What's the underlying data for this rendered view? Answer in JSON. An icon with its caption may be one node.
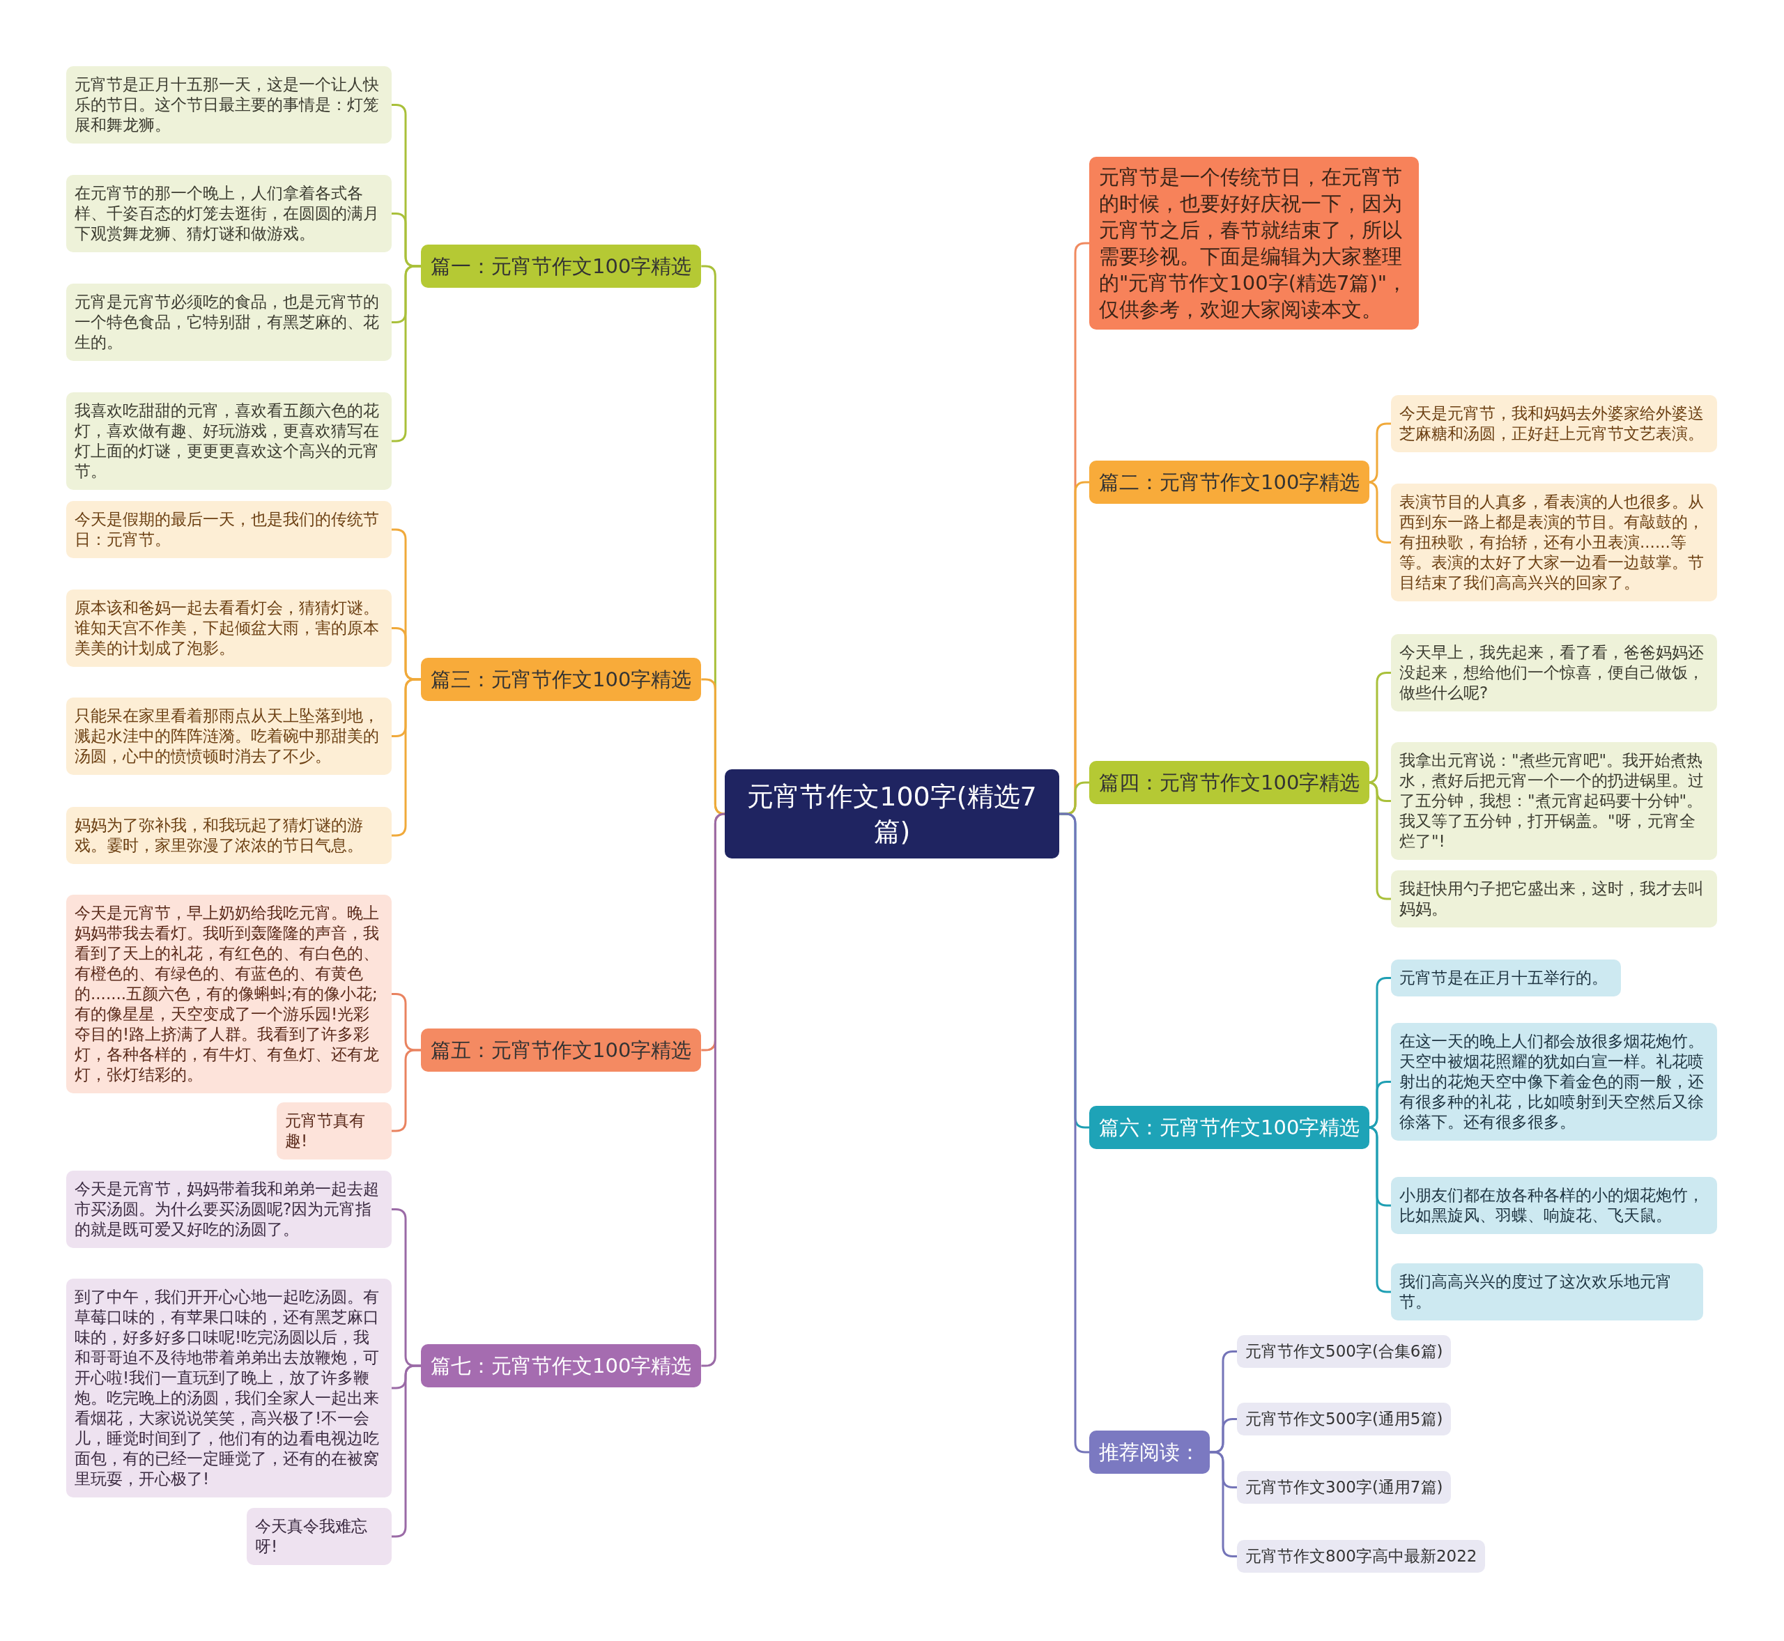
{
  "diagram": {
    "nodes": [
      {
        "text": [
          "元宵节作文100字(精选7篇)"
        ]
      },
      {
        "text": [
          "篇一：元宵节作文100字精选"
        ]
      },
      {
        "text": [
          "元宵节是正月十五那一天，这是一个让人快乐的节日。这个节日最主要的事情是：灯笼展和舞龙狮。"
        ]
      },
      {
        "text": [
          "在元宵节的那一个晚上，人们拿着各式各样、千姿百态的灯笼去逛街，在圆圆的满月下观赏舞龙狮、猜灯谜和做游戏。"
        ]
      },
      {
        "text": [
          "元宵是元宵节必须吃的食品，也是元宵节的一个特色食品，它特别甜，有黑芝麻的、花生的。"
        ]
      },
      {
        "text": [
          "我喜欢吃甜甜的元宵，喜欢看五颜六色的花灯，喜欢做有趣、好玩游戏，更喜欢猜写在灯上面的灯谜，更更更喜欢这个高兴的元宵节。"
        ]
      },
      {
        "text": [
          "篇三：元宵节作文100字精选"
        ]
      },
      {
        "text": [
          "今天是假期的最后一天，也是我们的传统节日：元宵节。"
        ]
      },
      {
        "text": [
          "原本该和爸妈一起去看看灯会，猜猜灯谜。谁知天宫不作美，下起倾盆大雨，害的原本美美的计划成了泡影。"
        ]
      },
      {
        "text": [
          "只能呆在家里看着那雨点从天上坠落到地，溅起水洼中的阵阵涟漪。吃着碗中那甜美的汤圆，心中的愤愤顿时消去了不少。"
        ]
      },
      {
        "text": [
          "妈妈为了弥补我，和我玩起了猜灯谜的游戏。霎时，家里弥漫了浓浓的节日气息。"
        ]
      },
      {
        "text": [
          "篇五：元宵节作文100字精选"
        ]
      },
      {
        "text": [
          "今天是元宵节，早上奶奶给我吃元宵。晚上妈妈带我去看灯。我听到轰隆隆的声音，我看到了天上的礼花，有红色的、有白色的、有橙色的、有绿色的、有蓝色的、有黄色的.......五颜六色，有的像蝌蚪;有的像小花;有的像星星，天空变成了一个游乐园!光彩夺目的!路上挤满了人群。我看到了许多彩灯，各种各样的，有牛灯、有鱼灯、还有龙灯，张灯结彩的。"
        ]
      },
      {
        "text": [
          "元宵节真有趣!"
        ]
      },
      {
        "text": [
          "篇七：元宵节作文100字精选"
        ]
      },
      {
        "text": [
          "今天是元宵节，妈妈带着我和弟弟一起去超市买汤圆。为什么要买汤圆呢?因为元宵指的就是既可爱又好吃的汤圆了。"
        ]
      },
      {
        "text": [
          "到了中午，我们开开心心地一起吃汤圆。有草莓口味的，有苹果口味的，还有黑芝麻口味的，好多好多口味呢!吃完汤圆以后，我和哥哥迫不及待地带着弟弟出去放鞭炮，可开心啦!我们一直玩到了晚上，放了许多鞭炮。吃完晚上的汤圆，我们全家人一起出来看烟花，大家说说笑笑，高兴极了!不一会儿，睡觉时间到了，他们有的边看电视边吃面包，有的已经一定睡觉了，还有的在被窝里玩耍，开心极了!"
        ]
      },
      {
        "text": [
          "今天真令我难忘呀!"
        ]
      },
      {
        "text": [
          "元宵节是一个传统节日，在元宵节的时候，也要好好庆祝一下，因为元宵节之后，春节就结束了，所以需要珍视。下面是编辑为大家整理的\"元宵节作文100字(精选7篇)\"，仅供参考，欢迎大家阅读本文。"
        ]
      },
      {
        "text": [
          "篇二：元宵节作文100字精选"
        ]
      },
      {
        "text": [
          "今天是元宵节，我和妈妈去外婆家给外婆送芝麻糖和汤圆，正好赶上元宵节文艺表演。"
        ]
      },
      {
        "text": [
          "表演节目的人真多，看表演的人也很多。从西到东一路上都是表演的节目。有敲鼓的，有扭秧歌，有抬轿，还有小丑表演......等等。表演的太好了大家一边看一边鼓掌。节目结束了我们高高兴兴的回家了。"
        ]
      },
      {
        "text": [
          "篇四：元宵节作文100字精选"
        ]
      },
      {
        "text": [
          "今天早上，我先起来，看了看，爸爸妈妈还没起来，想给他们一个惊喜，便自己做饭，做些什么呢?"
        ]
      },
      {
        "text": [
          "我拿出元宵说：\"煮些元宵吧\"。我开始煮热水，煮好后把元宵一个一个的扔进锅里。过了五分钟，我想：\"煮元宵起码要十分钟\"。我又等了五分钟，打开锅盖。\"呀，元宵全烂了\"!"
        ]
      },
      {
        "text": [
          "我赶快用勺子把它盛出来，这时，我才去叫妈妈。"
        ]
      },
      {
        "text": [
          "篇六：元宵节作文100字精选"
        ]
      },
      {
        "text": [
          "元宵节是在正月十五举行的。"
        ]
      },
      {
        "text": [
          "在这一天的晚上人们都会放很多烟花炮竹。天空中被烟花照耀的犹如白宣一样。礼花喷射出的花炮天空中像下着金色的雨一般，还有很多种的礼花，比如喷射到天空然后又徐徐落下。还有很多很多。"
        ]
      },
      {
        "text": [
          "小朋友们都在放各种各样的小的烟花炮竹，比如黑旋风、羽蝶、响旋花、飞天鼠。"
        ]
      },
      {
        "text": [
          "我们高高兴兴的度过了这次欢乐地元宵节。"
        ]
      },
      {
        "text": [
          "推荐阅读："
        ]
      },
      {
        "text": [
          "元宵节作文500字(合集6篇)"
        ]
      },
      {
        "text": [
          "元宵节作文500字(通用5篇)"
        ]
      },
      {
        "text": [
          "元宵节作文300字(通用7篇)"
        ]
      },
      {
        "text": [
          "元宵节作文800字高中最新2022"
        ]
      }
    ],
    "edges": [
      {
        "from": 0,
        "to": 1,
        "arrow": "none",
        "color": "#a9c03a"
      },
      {
        "from": 1,
        "to": 2,
        "arrow": "none",
        "color": "#a9c03a"
      },
      {
        "from": 1,
        "to": 3,
        "arrow": "none",
        "color": "#a9c03a"
      },
      {
        "from": 1,
        "to": 4,
        "arrow": "none",
        "color": "#a9c03a"
      },
      {
        "from": 1,
        "to": 5,
        "arrow": "none",
        "color": "#a9c03a"
      },
      {
        "from": 0,
        "to": 6,
        "arrow": "none",
        "color": "#f0a93a"
      },
      {
        "from": 6,
        "to": 7,
        "arrow": "none",
        "color": "#f0a93a"
      },
      {
        "from": 6,
        "to": 8,
        "arrow": "none",
        "color": "#f0a93a"
      },
      {
        "from": 6,
        "to": 9,
        "arrow": "none",
        "color": "#f0a93a"
      },
      {
        "from": 6,
        "to": 10,
        "arrow": "none",
        "color": "#f0a93a"
      },
      {
        "from": 0,
        "to": 11,
        "arrow": "none",
        "color": "#e98360"
      },
      {
        "from": 11,
        "to": 12,
        "arrow": "none",
        "color": "#e98360"
      },
      {
        "from": 11,
        "to": 13,
        "arrow": "none",
        "color": "#e98360"
      },
      {
        "from": 0,
        "to": 14,
        "arrow": "none",
        "color": "#9a6aa6"
      },
      {
        "from": 14,
        "to": 15,
        "arrow": "none",
        "color": "#9a6aa6"
      },
      {
        "from": 14,
        "to": 16,
        "arrow": "none",
        "color": "#9a6aa6"
      },
      {
        "from": 14,
        "to": 17,
        "arrow": "none",
        "color": "#9a6aa6"
      },
      {
        "from": 0,
        "to": 18,
        "arrow": "none",
        "color": "#f08a60"
      },
      {
        "from": 0,
        "to": 19,
        "arrow": "none",
        "color": "#f0a93a"
      },
      {
        "from": 19,
        "to": 20,
        "arrow": "none",
        "color": "#f0a93a"
      },
      {
        "from": 19,
        "to": 21,
        "arrow": "none",
        "color": "#f0a93a"
      },
      {
        "from": 0,
        "to": 22,
        "arrow": "none",
        "color": "#a9c03a"
      },
      {
        "from": 22,
        "to": 23,
        "arrow": "none",
        "color": "#a9c03a"
      },
      {
        "from": 22,
        "to": 24,
        "arrow": "none",
        "color": "#a9c03a"
      },
      {
        "from": 22,
        "to": 25,
        "arrow": "none",
        "color": "#a9c03a"
      },
      {
        "from": 0,
        "to": 26,
        "arrow": "none",
        "color": "#1f9fb3"
      },
      {
        "from": 26,
        "to": 27,
        "arrow": "none",
        "color": "#1f9fb3"
      },
      {
        "from": 26,
        "to": 28,
        "arrow": "none",
        "color": "#1f9fb3"
      },
      {
        "from": 26,
        "to": 29,
        "arrow": "none",
        "color": "#1f9fb3"
      },
      {
        "from": 26,
        "to": 30,
        "arrow": "none",
        "color": "#1f9fb3"
      },
      {
        "from": 0,
        "to": 31,
        "arrow": "none",
        "color": "#7474b8"
      },
      {
        "from": 31,
        "to": 32,
        "arrow": "none",
        "color": "#7474b8"
      },
      {
        "from": 31,
        "to": 33,
        "arrow": "none",
        "color": "#7474b8"
      },
      {
        "from": 31,
        "to": 34,
        "arrow": "none",
        "color": "#7474b8"
      },
      {
        "from": 31,
        "to": 35,
        "arrow": "none",
        "color": "#7474b8"
      }
    ]
  }
}
